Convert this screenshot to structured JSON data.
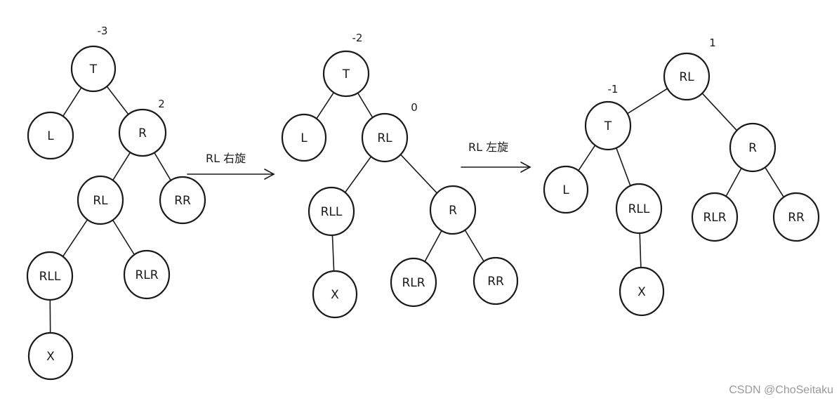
{
  "diagrams": [
    {
      "id": "tree-1",
      "nodes": [
        {
          "id": "T",
          "label": "T",
          "balance": "-3"
        },
        {
          "id": "L",
          "label": "L"
        },
        {
          "id": "R",
          "label": "R",
          "balance": "2"
        },
        {
          "id": "RL",
          "label": "RL"
        },
        {
          "id": "RR",
          "label": "RR"
        },
        {
          "id": "RLL",
          "label": "RLL"
        },
        {
          "id": "RLR",
          "label": "RLR"
        },
        {
          "id": "X",
          "label": "X"
        }
      ],
      "edges": [
        [
          "T",
          "L"
        ],
        [
          "T",
          "R"
        ],
        [
          "R",
          "RL"
        ],
        [
          "R",
          "RR"
        ],
        [
          "RL",
          "RLL"
        ],
        [
          "RL",
          "RLR"
        ],
        [
          "RLL",
          "X"
        ]
      ]
    },
    {
      "id": "tree-2",
      "nodes": [
        {
          "id": "T",
          "label": "T",
          "balance": "-2"
        },
        {
          "id": "L",
          "label": "L"
        },
        {
          "id": "RL",
          "label": "RL",
          "balance": "0"
        },
        {
          "id": "RLL",
          "label": "RLL"
        },
        {
          "id": "R",
          "label": "R"
        },
        {
          "id": "X",
          "label": "X"
        },
        {
          "id": "RLR",
          "label": "RLR"
        },
        {
          "id": "RR",
          "label": "RR"
        }
      ],
      "edges": [
        [
          "T",
          "L"
        ],
        [
          "T",
          "RL"
        ],
        [
          "RL",
          "RLL"
        ],
        [
          "RL",
          "R"
        ],
        [
          "RLL",
          "X"
        ],
        [
          "R",
          "RLR"
        ],
        [
          "R",
          "RR"
        ]
      ]
    },
    {
      "id": "tree-3",
      "nodes": [
        {
          "id": "RL",
          "label": "RL",
          "balance": "1"
        },
        {
          "id": "T",
          "label": "T",
          "balance": "-1"
        },
        {
          "id": "R",
          "label": "R"
        },
        {
          "id": "L",
          "label": "L"
        },
        {
          "id": "RLL",
          "label": "RLL"
        },
        {
          "id": "RLR",
          "label": "RLR"
        },
        {
          "id": "RR",
          "label": "RR"
        },
        {
          "id": "X",
          "label": "X"
        }
      ],
      "edges": [
        [
          "RL",
          "T"
        ],
        [
          "RL",
          "R"
        ],
        [
          "T",
          "L"
        ],
        [
          "T",
          "RLL"
        ],
        [
          "R",
          "RLR"
        ],
        [
          "R",
          "RR"
        ],
        [
          "RLL",
          "X"
        ]
      ]
    }
  ],
  "arrows": [
    {
      "id": "arrow-1",
      "label": "RL 右旋"
    },
    {
      "id": "arrow-2",
      "label": "RL 左旋"
    }
  ],
  "watermark": "CSDN @ChoSeitaku"
}
